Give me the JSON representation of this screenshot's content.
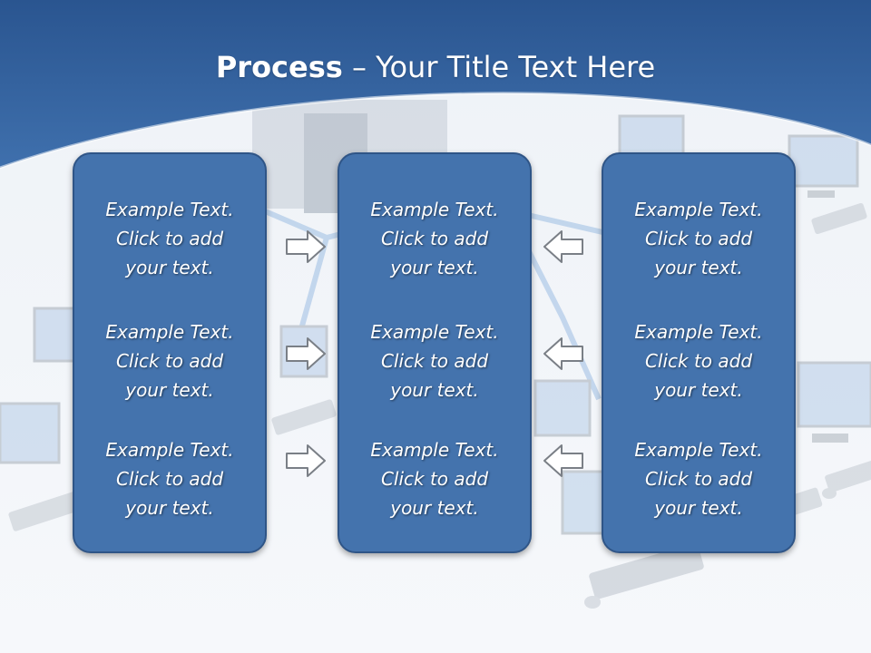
{
  "title": {
    "bold": "Process",
    "rest": " – Your Title Text Here"
  },
  "columns": [
    {
      "items": [
        {
          "line1": "Example Text.",
          "line2": "Click  to add",
          "line3": "your text."
        },
        {
          "line1": "Example Text.",
          "line2": "Click  to add",
          "line3": "your text."
        },
        {
          "line1": "Example Text.",
          "line2": "Click  to add",
          "line3": "your text."
        }
      ]
    },
    {
      "items": [
        {
          "line1": "Example Text.",
          "line2": "Click  to add",
          "line3": "your text."
        },
        {
          "line1": "Example Text.",
          "line2": "Click  to add",
          "line3": "your text."
        },
        {
          "line1": "Example Text.",
          "line2": "Click  to add",
          "line3": "your text."
        }
      ]
    },
    {
      "items": [
        {
          "line1": "Example Text.",
          "line2": "Click  to add",
          "line3": "your text."
        },
        {
          "line1": "Example Text.",
          "line2": "Click  to add",
          "line3": "your text."
        },
        {
          "line1": "Example Text.",
          "line2": "Click  to add",
          "line3": "your text."
        }
      ]
    }
  ],
  "arrows": {
    "left_side": "right-arrow-icon",
    "right_side": "left-arrow-icon"
  },
  "colors": {
    "header_blue": "#3a6aa8",
    "box_fill": "#4473ad",
    "box_border": "#2f5587"
  }
}
